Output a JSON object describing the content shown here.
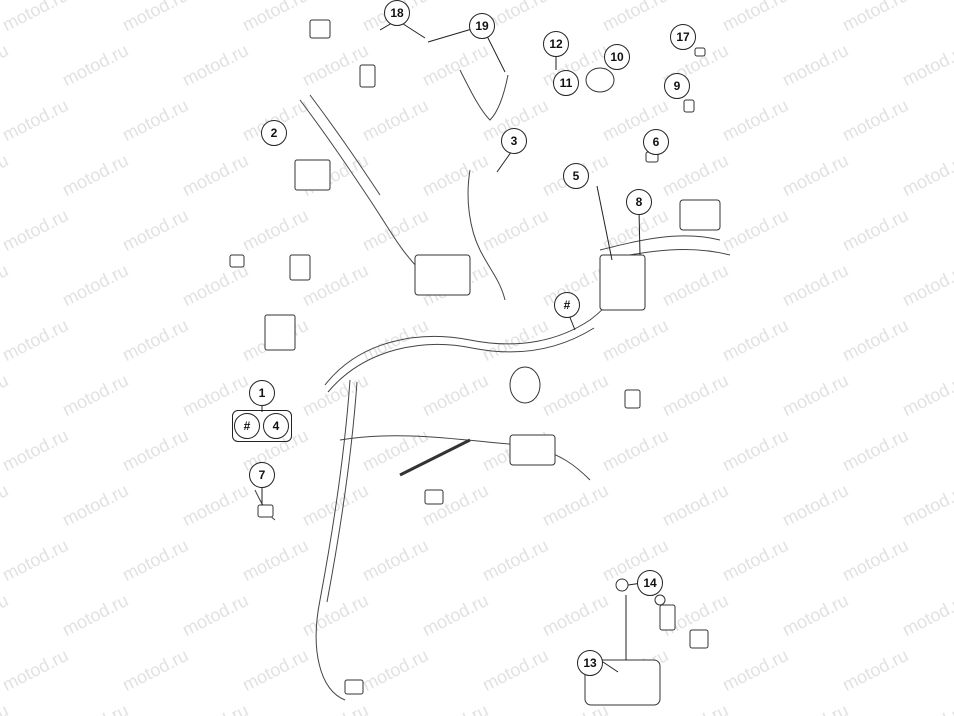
{
  "diagram": {
    "watermark_text": "motod.ru",
    "line_color": "#333333",
    "callouts": {
      "c1": "1",
      "c2": "2",
      "c3": "3",
      "c4": "4",
      "c5": "5",
      "c6": "6",
      "c7": "7",
      "c8": "8",
      "c9": "9",
      "c10": "10",
      "c11": "11",
      "c12": "12",
      "c13": "13",
      "c14": "14",
      "c17": "17",
      "c18": "18",
      "c19": "19",
      "chash_main": "#",
      "chash_group": "#"
    }
  }
}
